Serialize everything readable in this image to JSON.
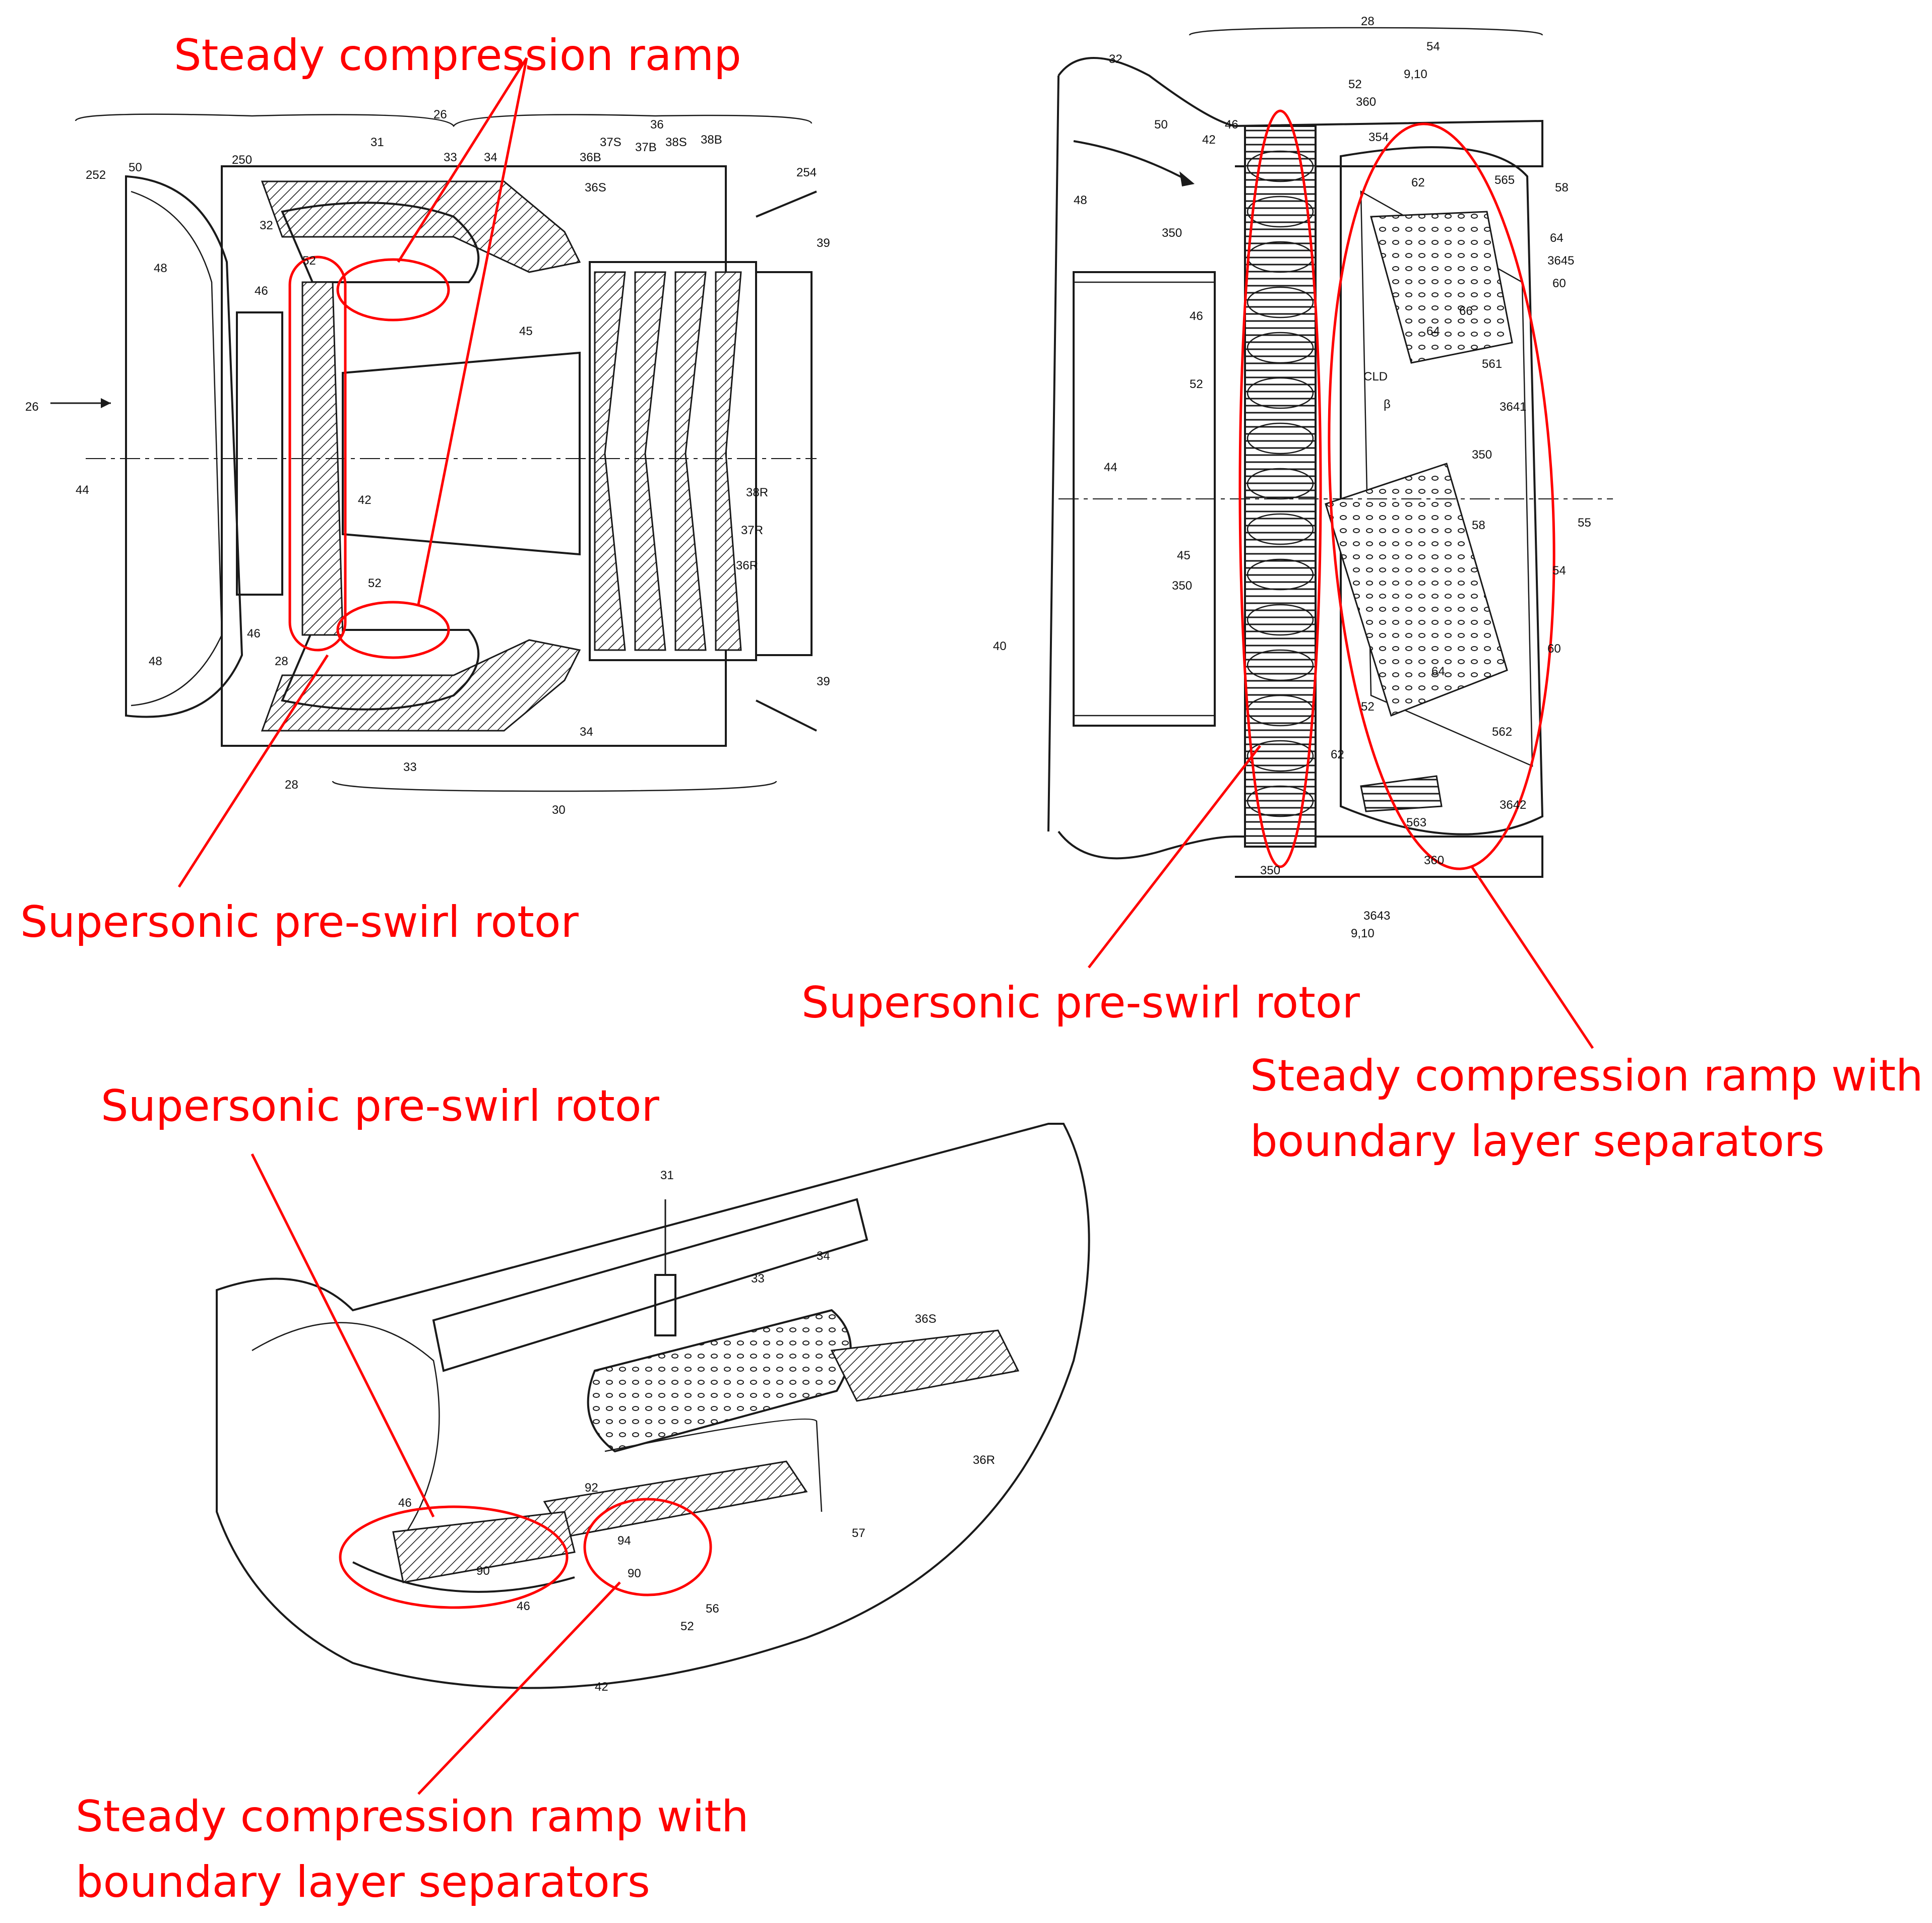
{
  "callouts": {
    "top_left_ramp": "Steady compression ramp",
    "top_left_rotor": "Supersonic pre-swirl rotor",
    "top_right_rotor": "Supersonic pre-swirl rotor",
    "top_right_ramp_line1": "Steady compression ramp with",
    "top_right_ramp_line2": "boundary layer separators",
    "bottom_rotor": "Supersonic pre-swirl rotor",
    "bottom_ramp_line1": "Steady compression ramp with",
    "bottom_ramp_line2": "boundary layer separators"
  },
  "figure_left": {
    "labels": [
      "26",
      "31",
      "33",
      "34",
      "36",
      "37S",
      "37B",
      "38S",
      "38B",
      "36B",
      "36S",
      "250",
      "252",
      "254",
      "50",
      "32",
      "48",
      "46",
      "52",
      "45",
      "42",
      "44",
      "28",
      "39",
      "30",
      "38R",
      "37R",
      "36R"
    ]
  },
  "figure_right": {
    "labels": [
      "28",
      "54",
      "32",
      "52",
      "9,10",
      "360",
      "46",
      "42",
      "354",
      "50",
      "48",
      "350",
      "62",
      "565",
      "58",
      "64",
      "3645",
      "60",
      "66",
      "561",
      "3641",
      "CLD",
      "β",
      "44",
      "45",
      "55",
      "40",
      "562",
      "3642",
      "563",
      "3643",
      "9,10"
    ]
  },
  "figure_bottom": {
    "labels": [
      "31",
      "34",
      "33",
      "36S",
      "36R",
      "92",
      "94",
      "90",
      "46",
      "57",
      "56",
      "52",
      "42"
    ]
  },
  "colors": {
    "annotation": "#ff0000",
    "ink": "#1a1a1a",
    "background": "#ffffff"
  }
}
